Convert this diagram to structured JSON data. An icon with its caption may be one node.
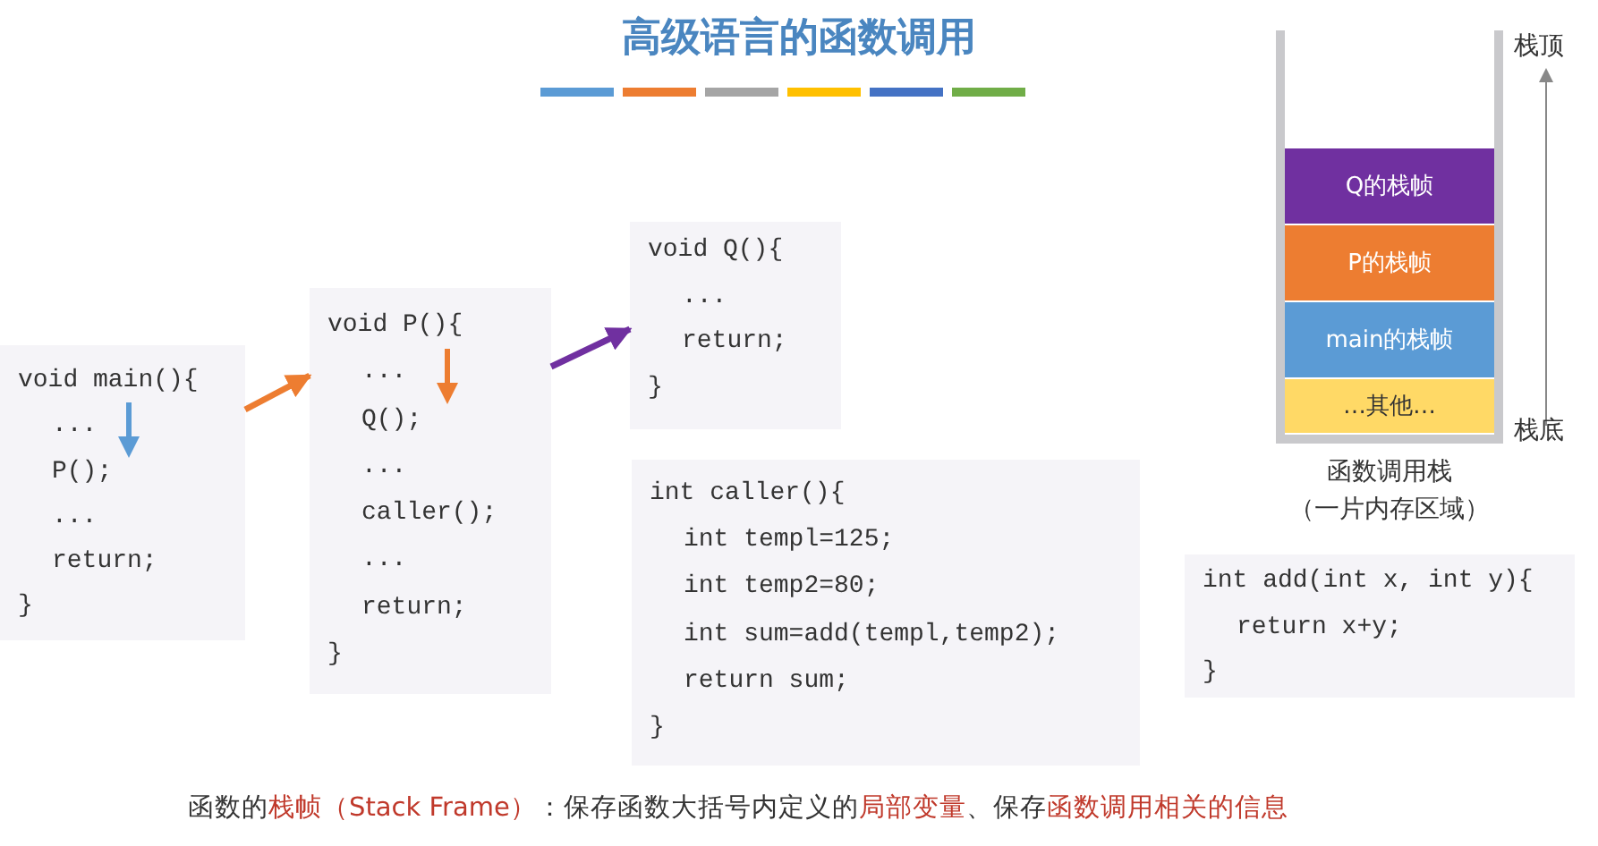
{
  "diagram": {
    "title": "高级语言的函数调用",
    "caption": "函数的**栈帧（Stack Frame）**：保存函数大括号内定义的**局部变量**、保存**函数调用相关的信息**",
    "nodes": [
      {
        "text": [
          "void main(){",
          "...",
          "P();",
          "...",
          "return;",
          "}"
        ]
      },
      {
        "text": [
          "void P(){",
          "...",
          "Q();",
          "...",
          "caller();",
          "...",
          "return;",
          "}"
        ]
      },
      {
        "text": [
          "void Q(){",
          "...",
          "return;",
          "}"
        ]
      },
      {
        "text": [
          "int caller(){",
          "int templ=125;",
          "int temp2=80;",
          "int sum=add(templ,temp2);",
          "return sum;",
          "}"
        ]
      },
      {
        "text": [
          "int add(int x, int y){",
          "return x+y;",
          "}"
        ]
      },
      {
        "text": [],
        "shape": "box",
        "beside": [
          "函数调用栈",
          "（一片内存区域）"
        ]
      },
      {
        "text": [
          "Q的栈帧"
        ],
        "in": 5
      },
      {
        "text": [
          "P的栈帧"
        ],
        "in": 5
      },
      {
        "text": [
          "main的栈帧"
        ],
        "in": 5
      },
      {
        "text": [
          "…其他…"
        ],
        "in": 5
      }
    ],
    "edges": [
      {
        "from": 0,
        "to": 1,
        "arrow": "to",
        "color": "#ed7d31"
      },
      {
        "from": 1,
        "to": 2,
        "arrow": "to",
        "color": "#7030a0"
      }
    ],
    "labels": [
      "栈顶",
      "栈底"
    ]
  }
}
